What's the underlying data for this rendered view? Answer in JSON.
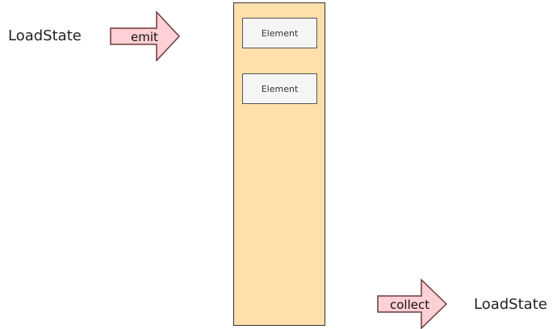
{
  "left_source": {
    "label": "LoadState"
  },
  "emit_arrow": {
    "label": "emit"
  },
  "stream": {
    "elements": [
      {
        "label": "Element"
      },
      {
        "label": "Element"
      }
    ]
  },
  "collect_arrow": {
    "label": "collect"
  },
  "right_sink": {
    "label": "LoadState"
  },
  "colors": {
    "arrow_fill": "#ffd0d5",
    "arrow_stroke": "#6b3a3a",
    "stream_fill": "#ffe0ad",
    "element_fill": "#f5f5f5"
  }
}
